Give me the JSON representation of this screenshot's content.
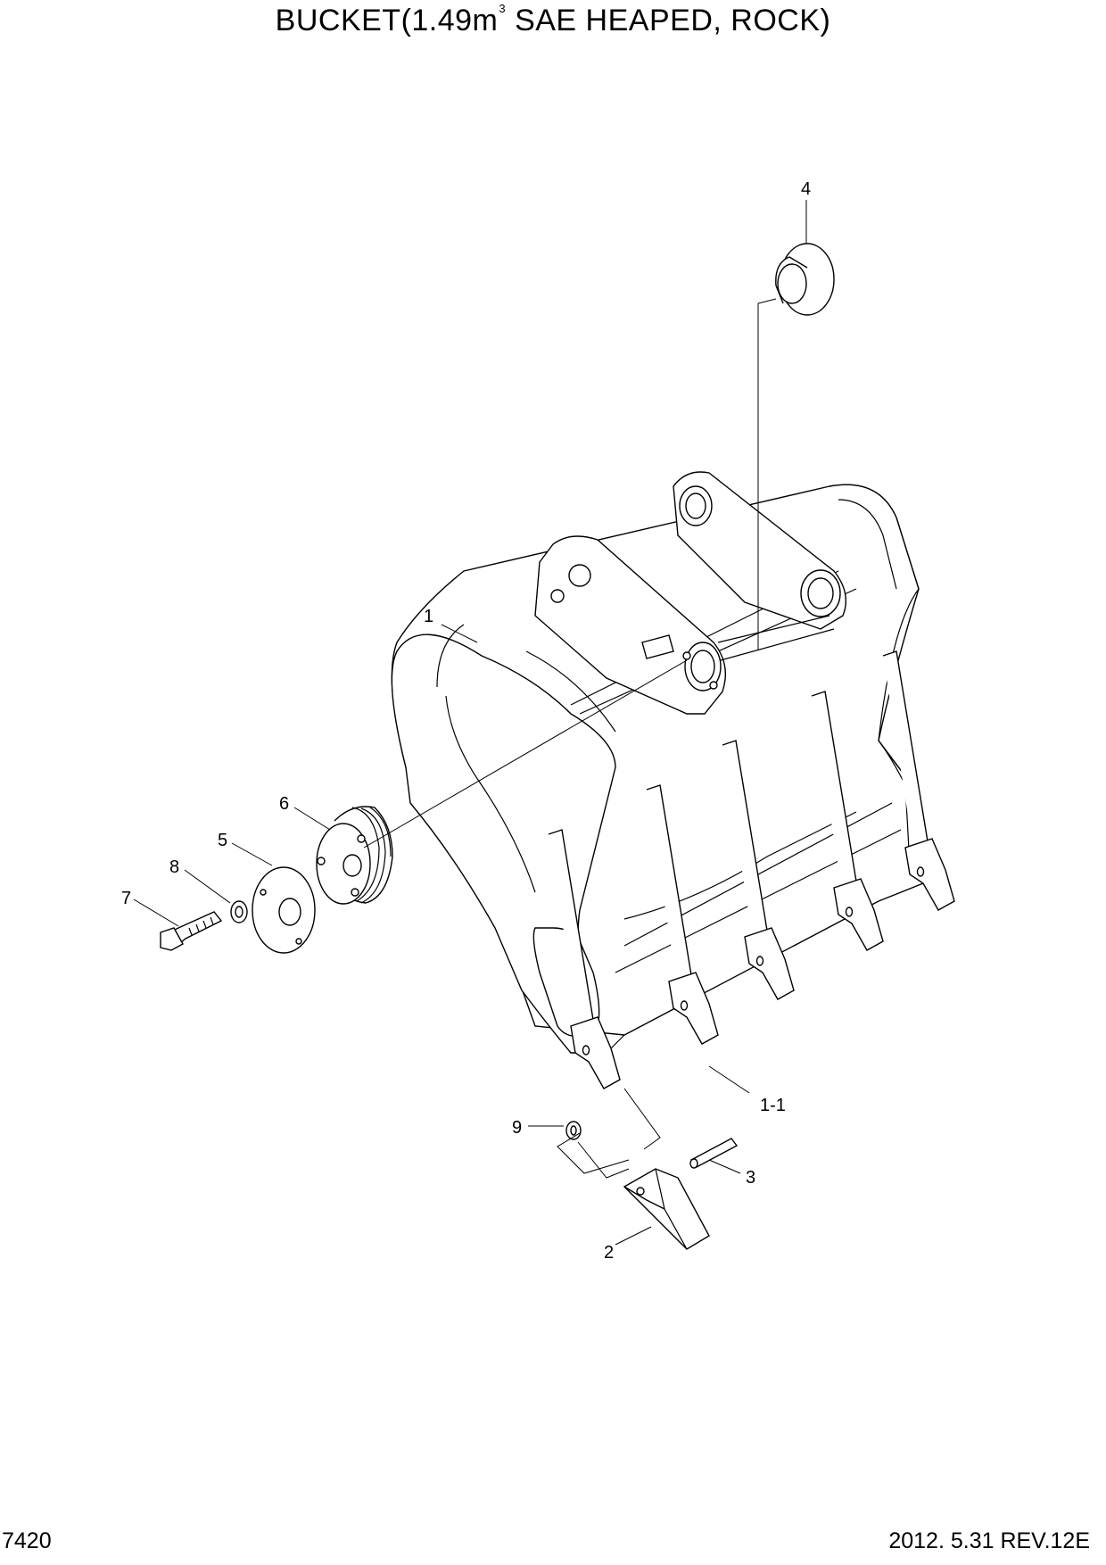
{
  "header": {
    "title_main": "BUCKET(1.49m",
    "title_sup": "3",
    "title_tail": " SAE HEAPED, ROCK)"
  },
  "footer": {
    "page_number": "7420",
    "revision": "2012. 5.31  REV.12E"
  },
  "callouts": [
    "1",
    "1-1",
    "2",
    "3",
    "4",
    "5",
    "6",
    "7",
    "8",
    "9"
  ]
}
